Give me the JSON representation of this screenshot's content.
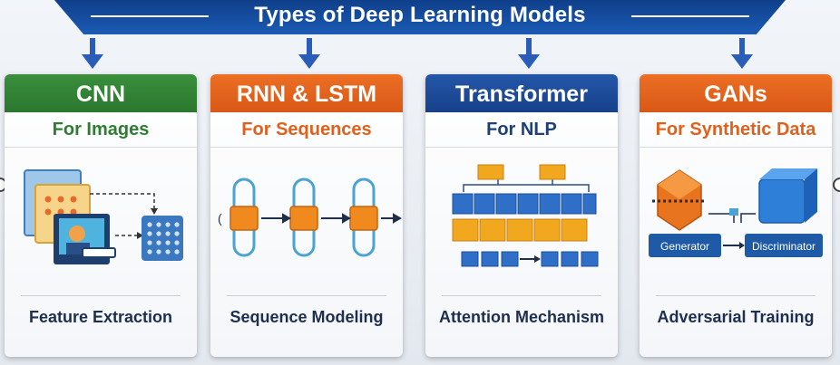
{
  "title": "Types of Deep Learning Models",
  "colors": {
    "banner": "#1b4f9e",
    "cnn": "#2e7d32",
    "rnn": "#e0601c",
    "transformer": "#1d4a9a",
    "gans": "#e0601c"
  },
  "models": [
    {
      "name": "CNN",
      "subtitle": "For Images",
      "feature": "Feature Extraction",
      "icon": "image-grid-icon"
    },
    {
      "name": "RNN & LSTM",
      "subtitle": "For Sequences",
      "feature": "Sequence Modeling",
      "icon": "recurrent-loop-icon"
    },
    {
      "name": "Transformer",
      "subtitle": "For NLP",
      "feature": "Attention Mechanism",
      "icon": "attention-layers-icon"
    },
    {
      "name": "GANs",
      "subtitle": "For Synthetic Data",
      "feature": "Adversarial Training",
      "icon": "generator-discriminator-icon"
    }
  ],
  "gan_labels": {
    "generator": "Generator",
    "discriminator": "Discriminator"
  }
}
